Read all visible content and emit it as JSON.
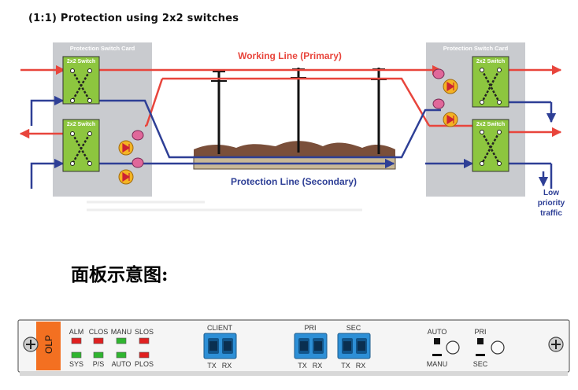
{
  "diagram": {
    "heading": "(1:1) Protection using 2x2 switches",
    "card_title": "Protection Switch Card",
    "switch_label": "2x2 Switch",
    "working_line": "Working Line (Primary)",
    "protection_line": "Protection Line (Secondary)",
    "low_priority": [
      "Low",
      "priority",
      "traffic"
    ],
    "colors": {
      "working": "#e8453c",
      "protection": "#2e3f96",
      "card": "#c9cbcf",
      "switch": "#8dc63f",
      "ground": "#7a4f3a"
    }
  },
  "panel_heading": "面板示意图:",
  "panel": {
    "module_label": "OLP",
    "led_top": [
      "ALM",
      "CLOS",
      "MANU",
      "SLOS"
    ],
    "led_bottom": [
      "SYS",
      "P/S",
      "AUTO",
      "PLOS"
    ],
    "led_top_colors": [
      "#e02020",
      "#e02020",
      "#2fb52f",
      "#e02020"
    ],
    "led_bottom_colors": [
      "#2fb52f",
      "#2fb52f",
      "#2fb52f",
      "#e02020"
    ],
    "ports": [
      {
        "name": "CLIENT",
        "tx": "TX",
        "rx": "RX"
      },
      {
        "name": "PRI",
        "tx": "TX",
        "rx": "RX"
      },
      {
        "name": "SEC",
        "tx": "TX",
        "rx": "RX"
      }
    ],
    "button1": {
      "top": "AUTO",
      "bottom": "MANU"
    },
    "button2": {
      "top": "PRI",
      "bottom": "SEC"
    }
  }
}
